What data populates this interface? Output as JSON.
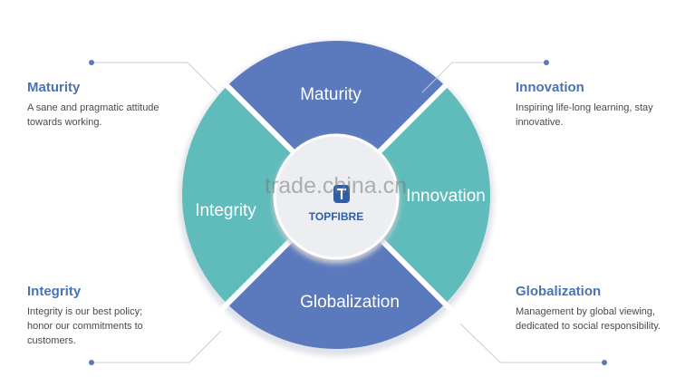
{
  "colors": {
    "blue": "#5b79bd",
    "teal": "#5fbcba",
    "heading": "#4a73b2",
    "text": "#4a4a4a",
    "connector": "#c8ccd4",
    "dot": "#5b79bd"
  },
  "center": {
    "brand": "TOPFIBRE",
    "logo_icon": "topfibre-logo-icon"
  },
  "segments": [
    {
      "label": "Maturity",
      "color": "blue"
    },
    {
      "label": "Innovation",
      "color": "teal"
    },
    {
      "label": "Globalization",
      "color": "blue"
    },
    {
      "label": "Integrity",
      "color": "teal"
    }
  ],
  "blocks": {
    "maturity": {
      "title": "Maturity",
      "line1": "A sane and pragmatic attitude",
      "line2": "towards working."
    },
    "innovation": {
      "title": "Innovation",
      "line1": "Inspiring life-long learning, stay",
      "line2": "innovative."
    },
    "integrity": {
      "title": "Integrity",
      "line1": "Integrity is our best policy;",
      "line2": "honor our commitments to",
      "line3": "customers."
    },
    "globalization": {
      "title": "Globalization",
      "line1": "Management by global viewing,",
      "line2": "dedicated to social responsibility."
    }
  },
  "watermark": "trade.china.cn"
}
